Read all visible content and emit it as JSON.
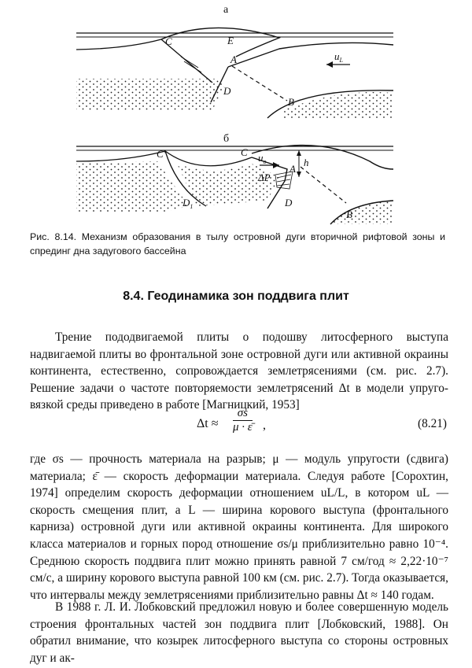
{
  "figure": {
    "panel_a_label": "а",
    "panel_b_label": "б",
    "labels_a": {
      "C": "C",
      "E": "E",
      "A": "A",
      "D": "D",
      "B": "B",
      "uL": "u",
      "uL_sub": "L"
    },
    "labels_b": {
      "C_prime": "C'",
      "C": "C",
      "uo": "u",
      "uo_sub": "o",
      "A": "A",
      "h": "h",
      "dP": "ΔP",
      "D1": "D",
      "D1_sub": "1",
      "D": "D",
      "B": "B"
    }
  },
  "caption": "Рис. 8.14. Механизм образования в тылу островной дуги вторичной рифтовой зоны и спрединг дна задугового бассейна",
  "section_title": "8.4. Геодинамика зон поддвига плит",
  "paragraph1": "Трение пододвигаемой плиты о подошву литосферного выступа надвигаемой плиты во фронтальной зоне островной дуги или активной окраины континента, естественно, сопровождается землетрясениями (см. рис. 2.7). Решение задачи о частоте повторяемости землетрясений Δt в модели упруго-вязкой среды приведено в работе [Магницкий, 1953]",
  "formula": {
    "lhs": "Δt ≈",
    "numerator": "σs",
    "denominator": "μ · ε̄",
    "number": "(8.21)"
  },
  "paragraph2": "где σs — прочность материала на разрыв; μ — модуль упругости (сдвига) материала; ε̄ — скорость деформации материала. Следуя работе [Сорохтин, 1974] определим скорость деформации отношением uL/L, в котором uL — скорость смещения плит, а L — ширина корового выступа (фронтального карниза) островной дуги или активной окраины континента. Для широкого класса материалов и горных пород отношение σs/μ приблизительно равно 10⁻⁴. Среднюю скорость поддвига плит можно принять равной 7 см/год ≈ 2,22·10⁻⁷ см/с, а ширину корового выступа равной 100 км (см. рис. 2.7). Тогда оказывается, что интервалы между землетрясениями приблизительно равны Δt ≈ 140 годам.",
  "paragraph3": "В 1988 г. Л. И. Лобковский предложил новую и более совершенную модель строения фронтальных частей зон поддвига плит [Лобковский, 1988]. Он обратил внимание, что козырек литосферного выступа со стороны островных дуг и ак-"
}
